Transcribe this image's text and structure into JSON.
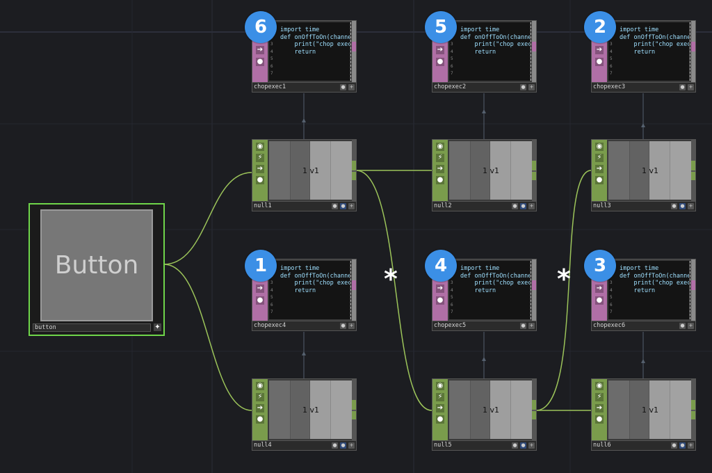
{
  "network": {
    "button": {
      "name": "button",
      "display_text": "Button"
    },
    "chopexec_nodes": [
      {
        "name": "chopexec1",
        "badge": "6"
      },
      {
        "name": "chopexec2",
        "badge": "5"
      },
      {
        "name": "chopexec3",
        "badge": "2"
      },
      {
        "name": "chopexec4",
        "badge": "1"
      },
      {
        "name": "chopexec5",
        "badge": "4"
      },
      {
        "name": "chopexec6",
        "badge": "3"
      }
    ],
    "null_nodes": [
      {
        "name": "null1",
        "value": "1 v1"
      },
      {
        "name": "null2",
        "value": "1 v1"
      },
      {
        "name": "null3",
        "value": "1 v1"
      },
      {
        "name": "null4",
        "value": "1 v1"
      },
      {
        "name": "null5",
        "value": "1 v1"
      },
      {
        "name": "null6",
        "value": "1 v1"
      }
    ],
    "code_lines": [
      "import time",
      "",
      "def onOffToOn(channe",
      "    print(\"chop exec",
      "    return"
    ],
    "line_numbers": [
      "1",
      "2",
      "3",
      "4",
      "5",
      "6",
      "7"
    ],
    "annotations": {
      "asterisk_left": "*",
      "asterisk_right": "*"
    }
  },
  "colors": {
    "background": "#1c1d21",
    "wire": "#9cc45a",
    "badge": "#3b8fe6",
    "dat_strip": "#b06fa6",
    "chop_strip": "#7a9c4c",
    "button_border": "#6fd64a"
  }
}
